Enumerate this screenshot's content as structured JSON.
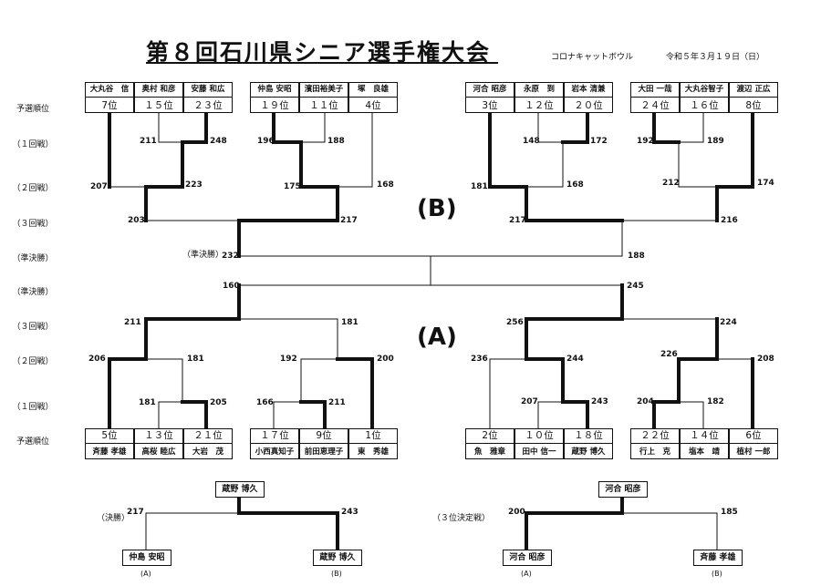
{
  "header": {
    "title": "第８回石川県シニア選手権大会",
    "venue": "コロナキャットボウル",
    "date": "令和５年３月１９日（日）"
  },
  "labels": {
    "seed": "予選順位",
    "r1": "（１回戦）",
    "r2": "（２回戦）",
    "r3": "（３回戦）",
    "semi_b": "（準決勝）",
    "semi_a": "（準決勝）",
    "r3_a": "（３回戦）",
    "r2_a": "（２回戦）",
    "r1_a": "（１回戦）",
    "seed_a": "予選順位",
    "final": "（決勝）",
    "third": "（３位決定戦）",
    "semi_winner": "（準決勝）"
  },
  "blocks": {
    "b": "(B)",
    "a": "(A)"
  },
  "players_b": [
    {
      "name": "大丸谷　信",
      "rank": "7位"
    },
    {
      "name": "奥村 和彦",
      "rank": "１５位"
    },
    {
      "name": "安藤 和広",
      "rank": "２３位"
    },
    {
      "name": "仲島 安昭",
      "rank": "１９位"
    },
    {
      "name": "濱田裕美子",
      "rank": "１１位"
    },
    {
      "name": "塚　良雄",
      "rank": "4位"
    },
    {
      "name": "河合 昭彦",
      "rank": "3位"
    },
    {
      "name": "永原　到",
      "rank": "１２位"
    },
    {
      "name": "岩本 清兼",
      "rank": "２０位"
    },
    {
      "name": "大田 一哉",
      "rank": "２４位"
    },
    {
      "name": "大丸谷智子",
      "rank": "１６位"
    },
    {
      "name": "渡辺 正広",
      "rank": "8位"
    }
  ],
  "players_a": [
    {
      "name": "斉藤 孝雄",
      "rank": "5位"
    },
    {
      "name": "高桜 睦広",
      "rank": "１３位"
    },
    {
      "name": "大岩　茂",
      "rank": "２１位"
    },
    {
      "name": "小西真知子",
      "rank": "１７位"
    },
    {
      "name": "前田恵理子",
      "rank": "9位"
    },
    {
      "name": "東　秀雄",
      "rank": "1位"
    },
    {
      "name": "魚　雅章",
      "rank": "2位"
    },
    {
      "name": "田中 信一",
      "rank": "１０位"
    },
    {
      "name": "蔵野 博久",
      "rank": "１８位"
    },
    {
      "name": "行上　克",
      "rank": "２２位"
    },
    {
      "name": "塩本　靖",
      "rank": "１４位"
    },
    {
      "name": "植村 一郎",
      "rank": "6位"
    }
  ],
  "scores_b": {
    "s211": "211",
    "s248": "248",
    "s207": "207",
    "s223": "223",
    "s203": "203",
    "s196": "196",
    "s188": "188",
    "s175": "175",
    "s168": "168",
    "s217": "217",
    "s232": "232",
    "s148": "148",
    "s172": "172",
    "s181": "181",
    "s168b": "168",
    "s217b": "217",
    "s192": "192",
    "s189": "189",
    "s212": "212",
    "s174": "174",
    "s216": "216",
    "s188b": "188"
  },
  "scores_a": {
    "s160": "160",
    "s245": "245",
    "s211": "211",
    "s181": "181",
    "s206": "206",
    "s181b": "181",
    "s192": "192",
    "s200": "200",
    "s181c": "181",
    "s205": "205",
    "s166": "166",
    "s211b": "211",
    "s256": "256",
    "s224": "224",
    "s236": "236",
    "s244": "244",
    "s226": "226",
    "s208": "208",
    "s207": "207",
    "s243": "243",
    "s204": "204",
    "s182": "182"
  },
  "final": {
    "winner": "蔵野 博久",
    "left_name": "仲島 安昭",
    "right_name": "蔵野 博久",
    "left_score": "217",
    "right_score": "243",
    "left_tag": "(A)",
    "right_tag": "(B)"
  },
  "third": {
    "winner": "河合 昭彦",
    "left_name": "河合 昭彦",
    "right_name": "斉藤 孝雄",
    "left_score": "200",
    "right_score": "185",
    "left_tag": "(A)",
    "right_tag": "(B)"
  }
}
